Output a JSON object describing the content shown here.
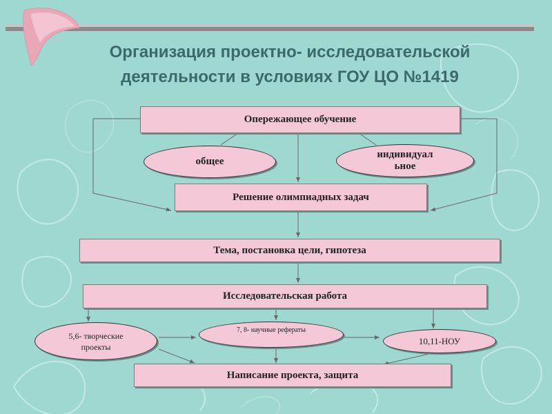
{
  "slide": {
    "title_line1": "Организация проектно- исследовательской",
    "title_line2": "деятельности в условиях ГОУ ЦО №1419"
  },
  "nodes": {
    "advanced": "Опережающее обучение",
    "general": "общее",
    "individual_line1": "индивидуал",
    "individual_line2": "ьное",
    "olympiad": "Решение олимпиадных задач",
    "topic": "Тема, постановка цели, гипотеза",
    "research": "Исследовательская работа",
    "creative_line1": "5,6- творческие",
    "creative_line2": "проекты",
    "essays": "7, 8- научные рефераты",
    "nou": "10,11-НОУ",
    "writing": "Написание проекта, защита"
  },
  "colors": {
    "background": "#9fd8d0",
    "box_fill": "#f4c8d6",
    "title": "#3a6a6a",
    "bar": "#8a8a8a"
  }
}
